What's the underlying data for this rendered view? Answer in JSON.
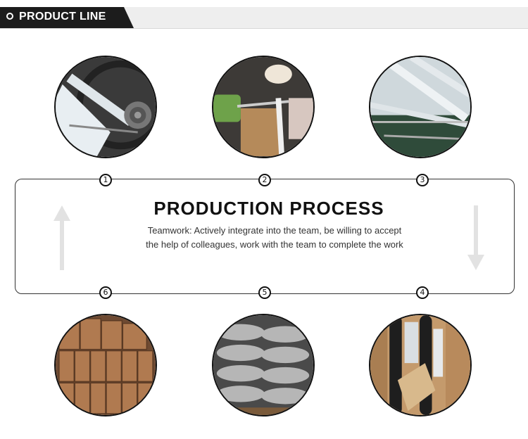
{
  "header": {
    "title": "PRODUCT LINE"
  },
  "process": {
    "title": "PRODUCTION PROCESS",
    "description": "Teamwork: Actively integrate into the team, be willing to accept the help of colleagues, work with the team to complete the work"
  },
  "steps": [
    {
      "number": "1",
      "photo": "bike-wheel-assembly-photo"
    },
    {
      "number": "2",
      "photo": "worker-tool-assembly-photo"
    },
    {
      "number": "3",
      "photo": "frame-racks-photo"
    },
    {
      "number": "4",
      "photo": "boxed-bicycle-photo"
    },
    {
      "number": "5",
      "photo": "wrapped-bicycles-photo"
    },
    {
      "number": "6",
      "photo": "shipping-cartons-photo"
    }
  ],
  "colors": {
    "header_bg": "#1c1c1c",
    "header_strip": "#eeeeee",
    "arrow": "#dddddd"
  },
  "icons": {
    "up_arrow": "arrow-up-icon",
    "down_arrow": "arrow-down-icon"
  }
}
